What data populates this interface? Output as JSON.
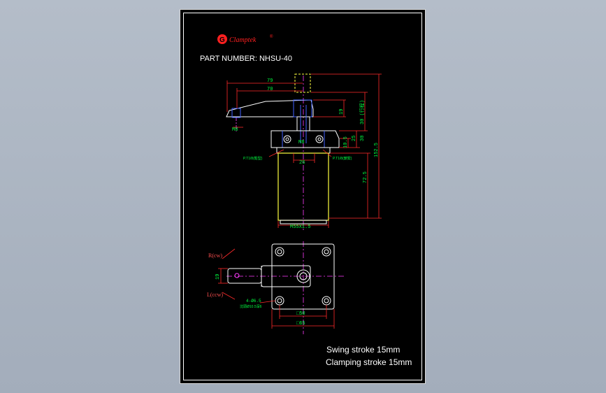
{
  "brand": {
    "name": "Clamptek",
    "mark": "G",
    "registered": "®"
  },
  "part_number": "PART NUMBER: NHSU-40",
  "notes": {
    "swing_stroke": "Swing stroke 15mm",
    "clamping_stroke": "Clamping stroke 15mm"
  },
  "dims": {
    "d79": "79",
    "d70": "70",
    "d19_top": "19",
    "d30_note": "30 (行程)",
    "m8_left": "M8",
    "m8_center": "M8",
    "d30": "30",
    "d25": "25",
    "d10_5": "10.5",
    "d152_5": "152.5",
    "d26": "26",
    "d72_5": "72.5",
    "thread": "M55X1.5",
    "port_left": "P.T1/8(鬆型)",
    "port_right": "P.T1/8(鎖緊)",
    "r_cw": "R(cw)",
    "l_ccw": "L(ccw)",
    "d19_plan": "19",
    "holes": "4-Ø6.5",
    "counterbore": "沈頭Ø10.5深6",
    "d50": "□50",
    "d65": "□65"
  },
  "colors": {
    "outline": "#ffffff",
    "dimension": "#ff2a2a",
    "dim_text": "#00ff40",
    "center": "#ff3cff",
    "hidden": "#4060ff",
    "body": "#ffff40",
    "brand": "#ff2020"
  }
}
